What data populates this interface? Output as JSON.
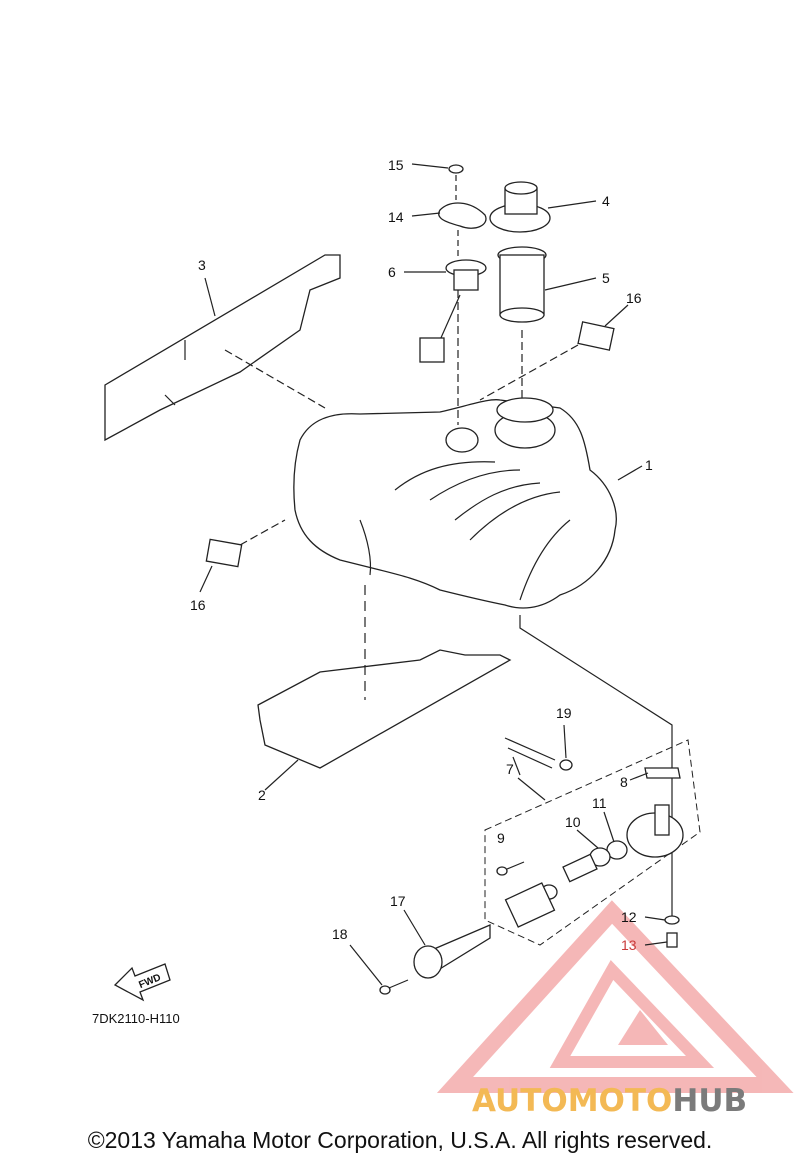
{
  "diagram": {
    "callouts": [
      "1",
      "2",
      "3",
      "4",
      "5",
      "6",
      "7",
      "8",
      "9",
      "10",
      "11",
      "12",
      "13",
      "14",
      "15",
      "16",
      "16",
      "17",
      "18",
      "19"
    ],
    "diagram_code": "7DK2110-H110",
    "fwd_label": "FWD"
  },
  "watermark": {
    "part1": "AUTOMOTO",
    "part2": "HUB",
    "colors": {
      "auto": "#f3b955",
      "moto": "#e97a7a",
      "hub": "#7b7b7b",
      "triangle": "#f2a0a0"
    }
  },
  "footer": {
    "copyright": "©2013 Yamaha Motor Corporation, U.S.A. All rights reserved."
  }
}
